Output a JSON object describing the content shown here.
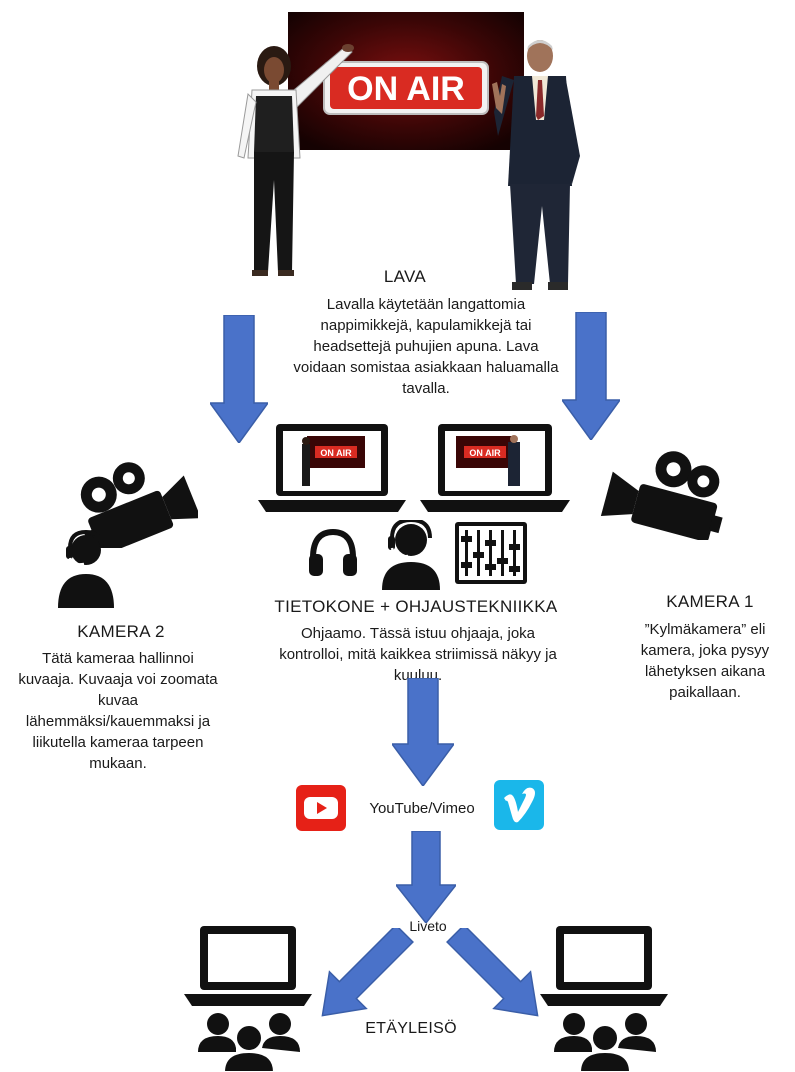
{
  "banner": {
    "sign_text": "ON AIR"
  },
  "stage": {
    "title": "LAVA",
    "description": "Lavalla käytetään langattomia nappimikkejä, kapulamikkejä tai headsettejä puhujien apuna. Lava voidaan somistaa asiakkaan haluamalla tavalla."
  },
  "control": {
    "title": "TIETOKONE + OHJAUSTEKNIIKKA",
    "description": "Ohjaamo. Tässä istuu ohjaaja, joka kontrolloi, mitä kaikkea striimissä näkyy ja kuuluu.",
    "laptop_left_sign": "ON AIR",
    "laptop_right_sign": "ON AIR"
  },
  "camera1": {
    "title": "KAMERA 1",
    "description": "”Kylmäkamera” eli kamera, joka pysyy lähetyksen aikana paikallaan."
  },
  "camera2": {
    "title": "KAMERA 2",
    "description": "Tätä kameraa hallinnoi kuvaaja. Kuvaaja voi zoomata kuvaa lähemmäksi/kauemmaksi ja liikutella kameraa tarpeen mukaan."
  },
  "platform": {
    "label": "YouTube/Vimeo",
    "youtube_color": "#e62117",
    "vimeo_color": "#1ab7ea"
  },
  "stream": {
    "label": "Liveto"
  },
  "audience": {
    "label": "ETÄYLEISÖ"
  },
  "colors": {
    "arrow": "#4a72c9",
    "arrow_edge": "#3a5ea8",
    "icon": "#111111",
    "sign_red": "#e8322a"
  }
}
